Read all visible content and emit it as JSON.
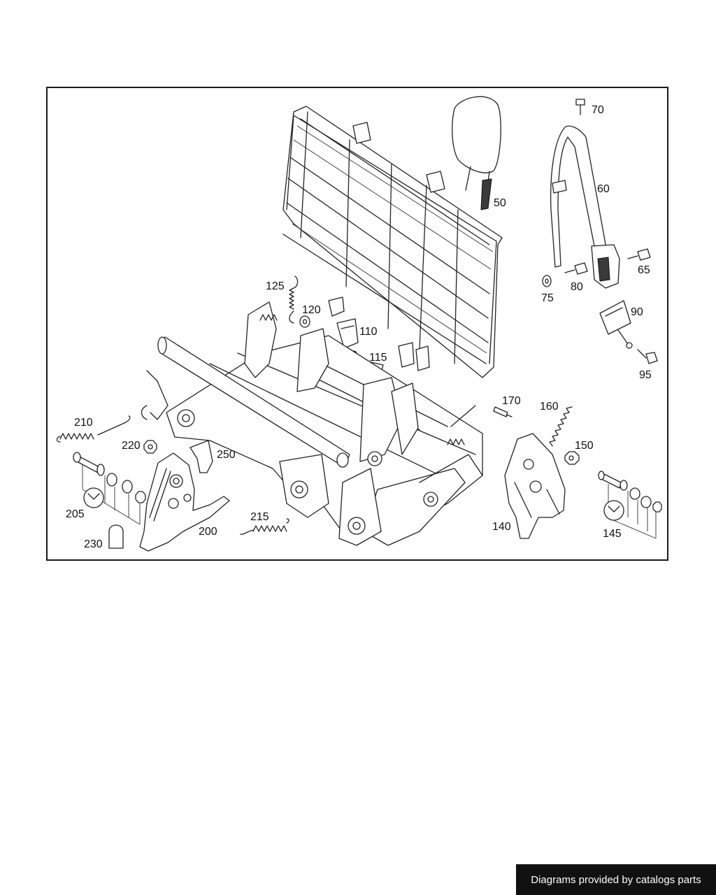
{
  "diagram": {
    "callouts": [
      "70",
      "60",
      "50",
      "65",
      "80",
      "75",
      "90",
      "95",
      "125",
      "120",
      "110",
      "115",
      "170",
      "160",
      "150",
      "210",
      "220",
      "250",
      "205",
      "230",
      "200",
      "215",
      "140",
      "145"
    ]
  },
  "footer": {
    "credit": "Diagrams provided by catalogs parts"
  }
}
